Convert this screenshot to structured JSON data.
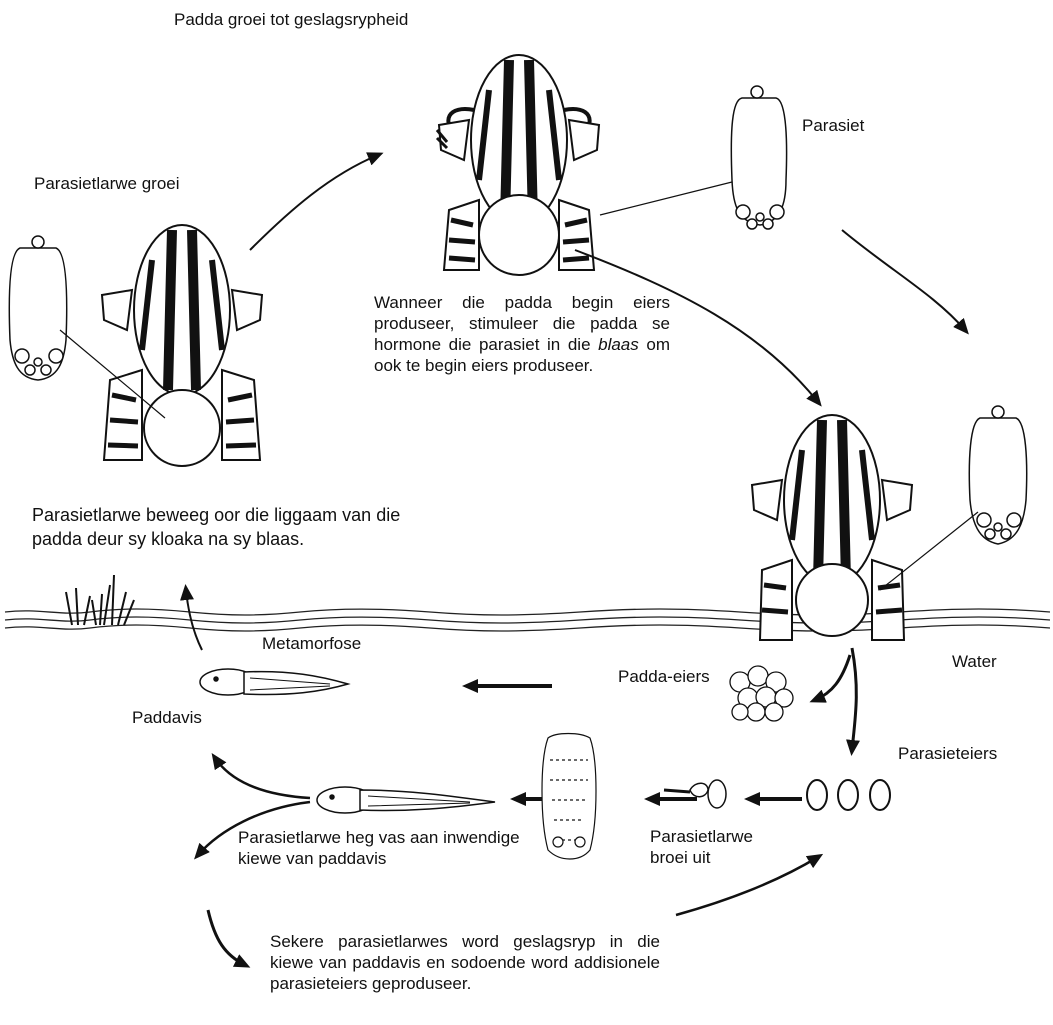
{
  "labels": {
    "padda_groei": "Padda groei tot geslagsrypheid",
    "parasiet": "Parasiet",
    "parasietlarwe_groei": "Parasietlarwe groei",
    "hormoon_a": "Wanneer die padda begin eiers produseer, stimuleer die padda se hormone die parasiet in die",
    "hormoon_blaas": "blaas",
    "hormoon_b": "om ook te begin eiers produseer.",
    "beweeg": "Parasietlarwe beweeg oor die liggaam van die padda deur sy kloaka na sy blaas.",
    "metamorfose": "Metamorfose",
    "water": "Water",
    "padda_eiers": "Padda-eiers",
    "paddavis": "Paddavis",
    "parasieteiers": "Parasieteiers",
    "heg_vas": "Parasietlarwe heg vas aan inwendige kiewe van paddavis",
    "broei_uit": "Parasietlarwe broei uit",
    "sekere": "Sekere parasietlarwes word geslagsryp in die kiewe van paddavis en sodoende word addisionele parasieteiers geproduseer."
  }
}
